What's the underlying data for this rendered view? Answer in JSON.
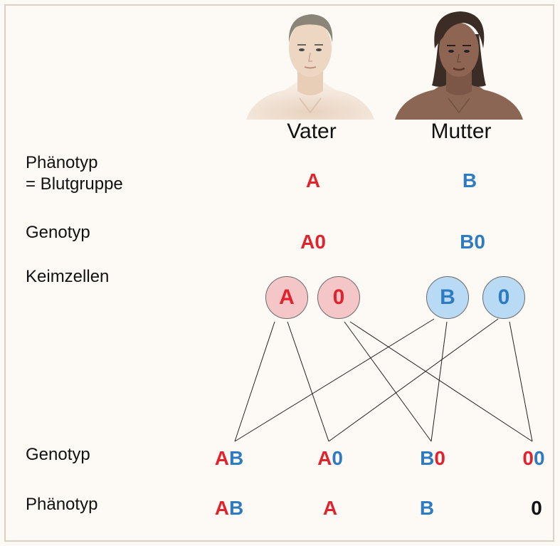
{
  "parents": {
    "father": "Vater",
    "mother": "Mutter"
  },
  "rows": {
    "phenotype_label": [
      "Phänotyp",
      "= Blutgruppe"
    ],
    "genotype_label": "Genotyp",
    "gametes_label": "Keimzellen",
    "child_genotype_label": "Genotyp",
    "child_phenotype_label": "Phänotyp"
  },
  "father": {
    "phenotype": "A",
    "genotype": "A0",
    "gametes": [
      "A",
      "0"
    ]
  },
  "mother": {
    "phenotype": "B",
    "genotype": "B0",
    "gametes": [
      "B",
      "0"
    ]
  },
  "offspring": [
    {
      "genotype": [
        "A",
        "B"
      ],
      "phenotype": "AB"
    },
    {
      "genotype": [
        "A",
        "0"
      ],
      "phenotype": "A"
    },
    {
      "genotype": [
        "B",
        "0"
      ],
      "phenotype": "B"
    },
    {
      "genotype": [
        "0",
        "0"
      ],
      "phenotype": "0"
    }
  ],
  "colors": {
    "father": "#e0232d",
    "mother": "#2f7bc2",
    "neutral": "#111111"
  },
  "icons": {
    "father": "man-portrait-icon",
    "mother": "woman-portrait-icon"
  }
}
